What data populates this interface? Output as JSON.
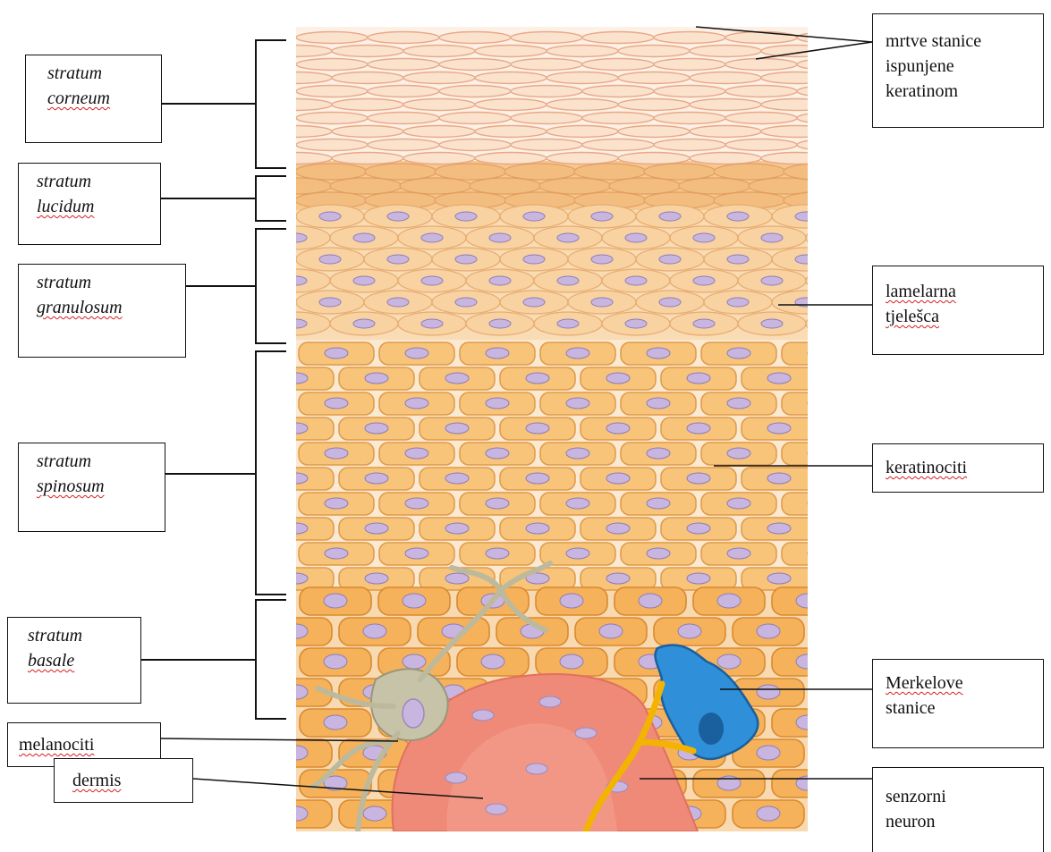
{
  "layers": [
    {
      "id": "corneum",
      "line1": "stratum",
      "line2": "corneum"
    },
    {
      "id": "lucidum",
      "line1": "stratum",
      "line2": "lucidum"
    },
    {
      "id": "granulosum",
      "line1": "stratum",
      "line2": "granulosum"
    },
    {
      "id": "spinosum",
      "line1": "stratum",
      "line2": "spinosum"
    },
    {
      "id": "basale",
      "line1": "stratum",
      "line2": "basale"
    }
  ],
  "left_labels": {
    "melanocytes": "melanociti",
    "dermis": "dermis"
  },
  "right_labels": {
    "dead_cells": [
      "mrtve stanice",
      "ispunjene",
      "keratinom"
    ],
    "lamellar": [
      "lamelarna",
      "tjelešca"
    ],
    "keratinocytes": "keratinociti",
    "merkel": [
      "Merkelove",
      "stanice"
    ],
    "sensory_neuron": [
      "senzorni",
      "neuron"
    ]
  },
  "colors": {
    "corneum": "#fbe2cc",
    "granulosum": "#f8d2a0",
    "spinosum": "#f7c47a",
    "basale": "#f5b25a",
    "nucleus": "#c9b6e0",
    "melanocyte": "#c7c3a8",
    "merkel": "#2f8fd8",
    "neuron": "#f2b400",
    "dermis": "#ef8a78"
  }
}
